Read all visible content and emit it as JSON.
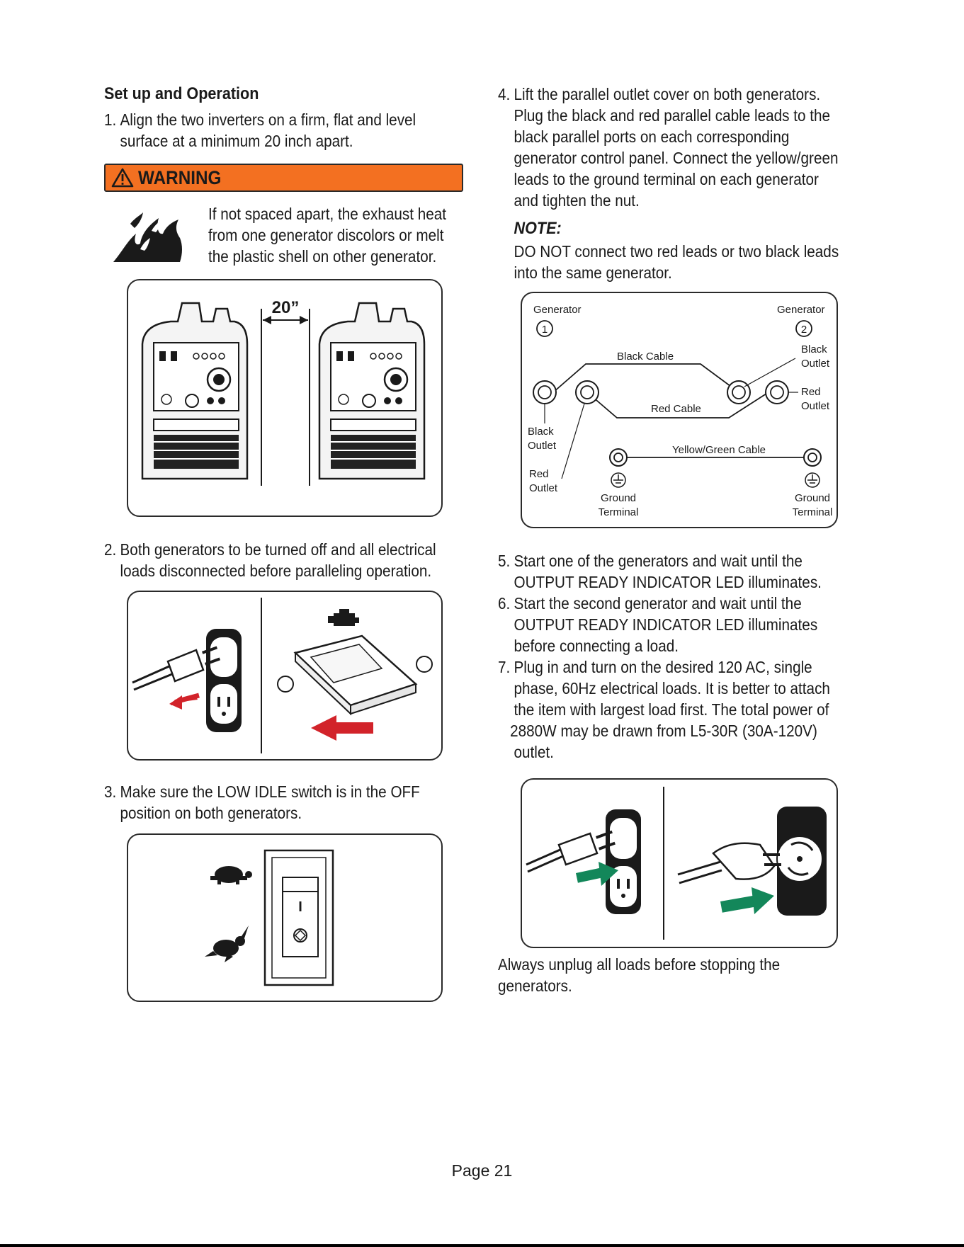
{
  "section_title": "Set up and Operation",
  "steps": [
    {
      "num": "1.",
      "line1": "Align the two inverters on a firm, flat and level",
      "line2": "surface at a minimum 20 inch apart."
    },
    {
      "num": "2.",
      "line1": "Both generators to be turned off and all electrical",
      "line2": "loads disconnected before paralleling operation."
    },
    {
      "num": "3.",
      "line1": "Make sure the LOW IDLE switch is in the OFF",
      "line2": "position on both generators."
    },
    {
      "num": "4.",
      "lines": [
        "Lift the parallel outlet cover on both generators.",
        "Plug the black and red parallel cable leads to the",
        "black parallel ports on each corresponding",
        "generator control panel. Connect the yellow/green",
        "leads to the ground terminal on each generator",
        "and tighten the nut."
      ]
    },
    {
      "num": "5.",
      "lines": [
        "Start one of the generators and wait until the",
        "OUTPUT READY INDICATOR LED illuminates."
      ]
    },
    {
      "num": "6.",
      "lines": [
        "Start the second generator and wait until the",
        "OUTPUT READY INDICATOR LED illuminates",
        "before connecting a load."
      ]
    },
    {
      "num": "7.",
      "lines": [
        "Plug in and turn on the desired 120 AC, single",
        "phase, 60Hz electrical loads. It is better to attach",
        "the item with largest load first. The total power of",
        "2880W may be drawn from L5-30R (30A-120V)",
        "outlet."
      ]
    }
  ],
  "warning": {
    "label": "WARNING",
    "text_lines": [
      "If not spaced apart, the exhaust heat",
      "from one generator discolors or melt",
      "the plastic shell on other generator."
    ]
  },
  "spacing_figure": {
    "distance_label": "20”"
  },
  "note": {
    "title": "NOTE:",
    "lines": [
      "DO NOT connect two red leads or two black leads",
      "into the same generator."
    ]
  },
  "wiring_diagram": {
    "generator1_label": "Generator",
    "generator1_num": "1",
    "generator2_label": "Generator",
    "generator2_num": "2",
    "black_cable": "Black Cable",
    "red_cable": "Red Cable",
    "yellow_green_cable": "Yellow/Green Cable",
    "black_outlet_line1": "Black",
    "black_outlet_line2": "Outlet",
    "red_outlet_line1": "Red",
    "red_outlet_line2": "Outlet",
    "ground_terminal_line1": "Ground",
    "ground_terminal_line2": "Terminal"
  },
  "idle_switch": {
    "on_symbol": "I"
  },
  "closing_lines": [
    "Always unplug all loads before stopping the",
    "generators."
  ],
  "footer": {
    "page_label": "Page 21"
  },
  "colors": {
    "warning_orange": "#f37021",
    "arrow_red": "#d2232a",
    "arrow_green": "#13875a"
  }
}
